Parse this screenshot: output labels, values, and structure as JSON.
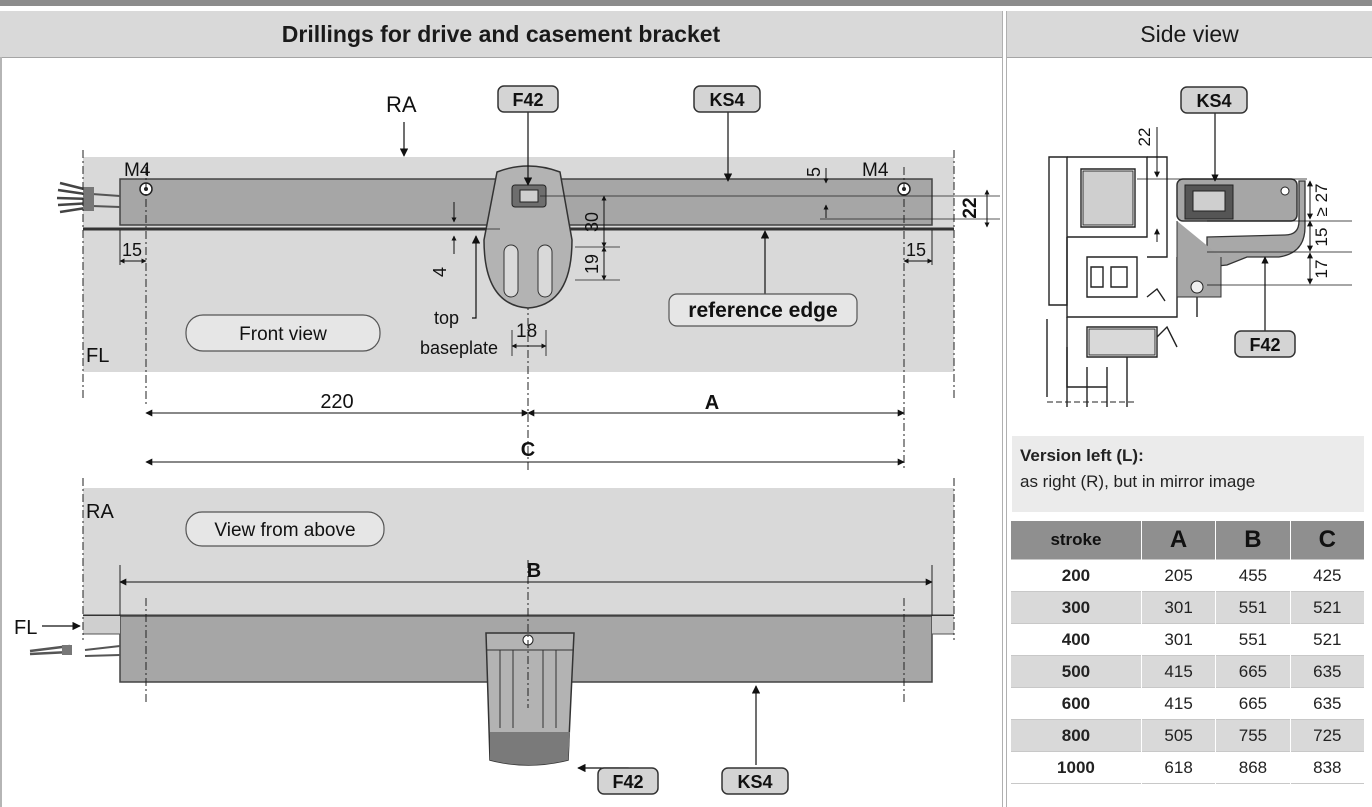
{
  "headers": {
    "left": "Drillings for drive and casement bracket",
    "right": "Side view"
  },
  "front_view": {
    "label_ra": "RA",
    "label_m4_left": "M4",
    "label_m4_right": "M4",
    "label_fl": "FL",
    "dim_15_left": "15",
    "dim_15_right": "15",
    "dim_4": "4",
    "dim_30": "30",
    "dim_19": "19",
    "dim_5": "5",
    "dim_22": "22",
    "dim_18": "18",
    "label_top": "top",
    "label_baseplate": "baseplate",
    "view_label": "Front view",
    "reference_edge": "reference edge",
    "dim_220": "220",
    "dim_a": "A",
    "dim_c": "C",
    "tag_f42": "F42",
    "tag_ks4": "KS4"
  },
  "top_view": {
    "label_ra": "RA",
    "label_fl": "FL",
    "view_label": "View from above",
    "dim_b": "B",
    "tag_f42": "F42",
    "tag_ks4": "KS4"
  },
  "side_view": {
    "tag_ks4": "KS4",
    "tag_f42": "F42",
    "dim_22": "22",
    "dim_27": "≥ 27",
    "dim_15": "15",
    "dim_17": "17"
  },
  "version": {
    "title": "Version left (L):",
    "text": "as right (R), but in mirror image"
  },
  "table": {
    "headers": [
      "stroke",
      "A",
      "B",
      "C"
    ],
    "rows": [
      [
        "200",
        "205",
        "455",
        "425"
      ],
      [
        "300",
        "301",
        "551",
        "521"
      ],
      [
        "400",
        "301",
        "551",
        "521"
      ],
      [
        "500",
        "415",
        "665",
        "635"
      ],
      [
        "600",
        "415",
        "665",
        "635"
      ],
      [
        "800",
        "505",
        "755",
        "725"
      ],
      [
        "1000",
        "618",
        "868",
        "838"
      ]
    ]
  }
}
